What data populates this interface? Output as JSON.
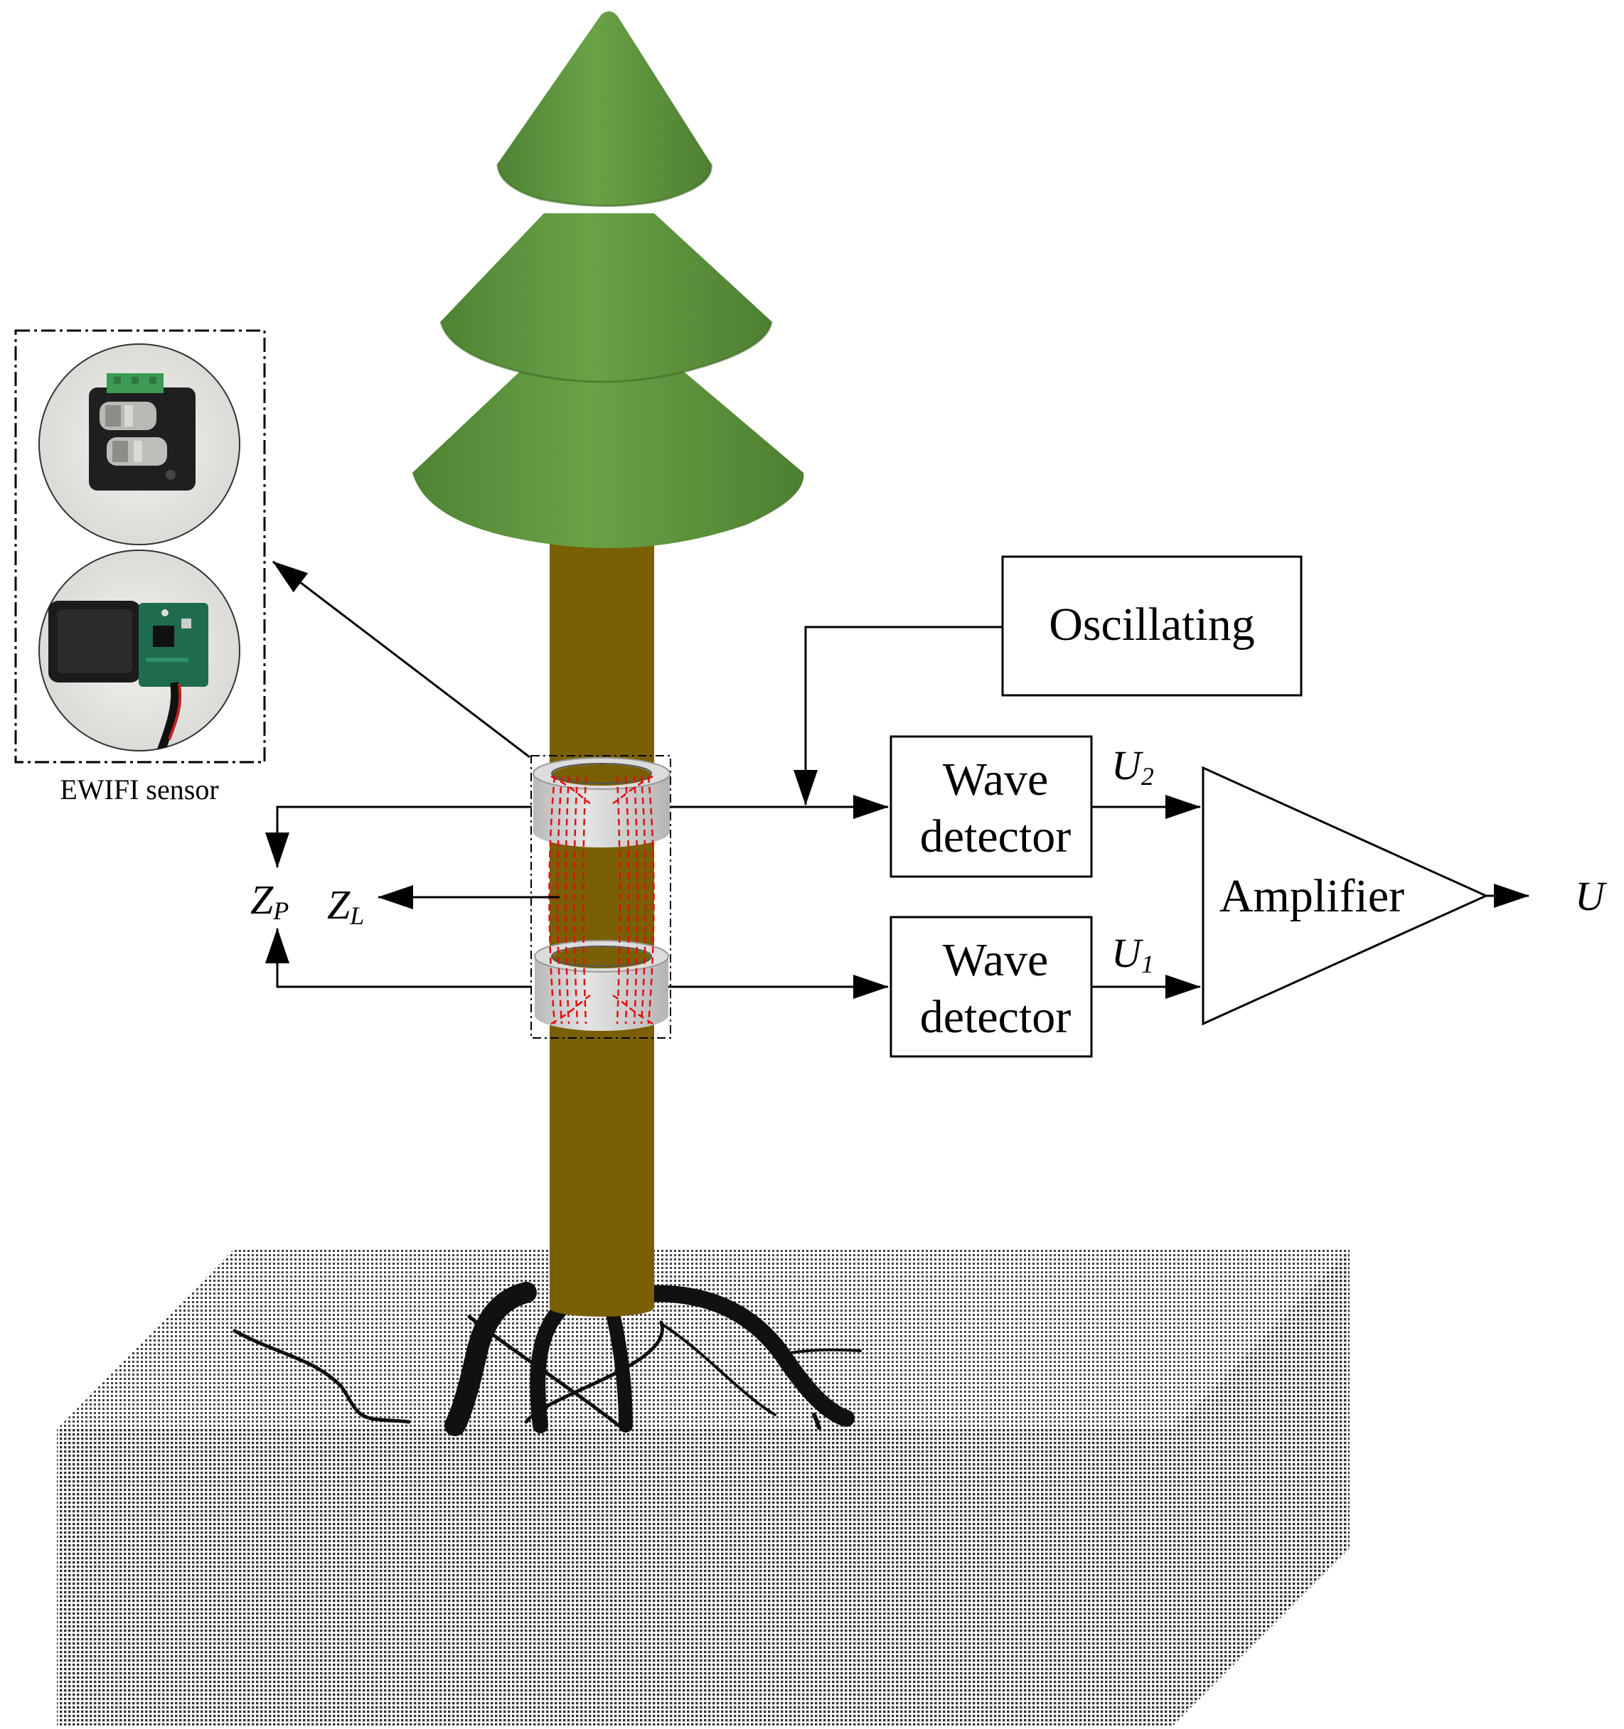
{
  "diagram": {
    "sensor_caption": "EWIFI sensor",
    "oscillating_label": "Oscillating",
    "wave_detector_top": {
      "line1": "Wave",
      "line2": "detector"
    },
    "wave_detector_bottom": {
      "line1": "Wave",
      "line2": "detector"
    },
    "amplifier_label": "Amplifier",
    "output_label": "U",
    "u2": {
      "main": "U",
      "sub": "2"
    },
    "u1": {
      "main": "U",
      "sub": "1"
    },
    "zp": {
      "main": "Z",
      "sub": "P"
    },
    "zl": {
      "main": "Z",
      "sub": "L"
    }
  },
  "colors": {
    "foliage": "#5f9640",
    "foliage_dark": "#4a7a30",
    "trunk": "#7a5f05",
    "ring": "#cfcfcf",
    "field_lines": "#e01010",
    "soil_dots": "#444444",
    "roots": "#111111"
  },
  "icons": {
    "photo_top": "sensor-device-closed-photo",
    "photo_bottom": "sensor-device-open-photo"
  }
}
